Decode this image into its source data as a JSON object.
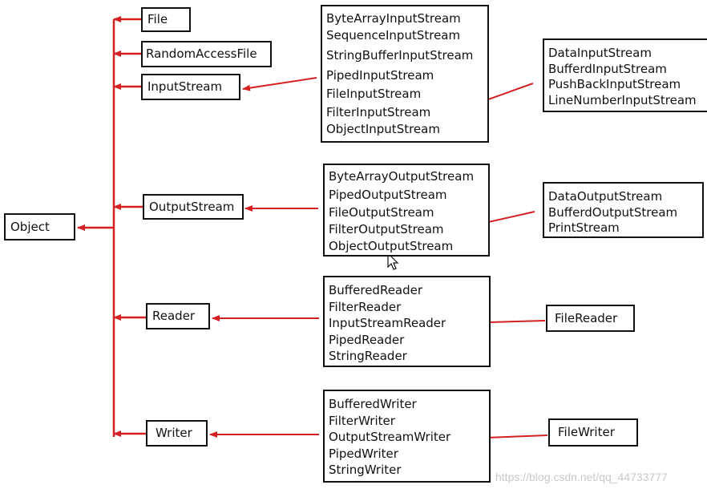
{
  "root": {
    "label": "Object"
  },
  "categories": [
    {
      "key": "file",
      "label": "File"
    },
    {
      "key": "raf",
      "label": "RandomAccessFile"
    },
    {
      "key": "inputstream",
      "label": "InputStream"
    },
    {
      "key": "outputstream",
      "label": "OutputStream"
    },
    {
      "key": "reader",
      "label": "Reader"
    },
    {
      "key": "writer",
      "label": "Writer"
    }
  ],
  "subclass_lists": {
    "inputstream": [
      "ByteArrayInputStream",
      "SequenceInputStream",
      "StringBufferInputStream",
      "PipedInputStream",
      "FileInputStream",
      "FilterInputStream",
      "ObjectInputStream"
    ],
    "filter_input": [
      "DataInputStream",
      "BufferdInputStream",
      "PushBackInputStream",
      "LineNumberInputStream"
    ],
    "outputstream": [
      "ByteArrayOutputStream",
      "PipedOutputStream",
      "FileOutputStream",
      "FilterOutputStream",
      "ObjectOutputStream"
    ],
    "filter_output": [
      "DataOutputStream",
      "BufferdOutputStream",
      "PrintStream"
    ],
    "reader": [
      "BufferedReader",
      "FilterReader",
      "InputStreamReader",
      "PipedReader",
      "StringReader"
    ],
    "writer": [
      "BufferedWriter",
      "FilterWriter",
      "OutputStreamWriter",
      "PipedWriter",
      "StringWriter"
    ]
  },
  "leaf_nodes": {
    "file_reader": "FileReader",
    "file_writer": "FileWriter"
  },
  "watermark": "https://blog.csdn.net/qq_44733777",
  "colors": {
    "arrow": "#d42020",
    "border": "#111111",
    "watermark": "#c8c8c8"
  }
}
